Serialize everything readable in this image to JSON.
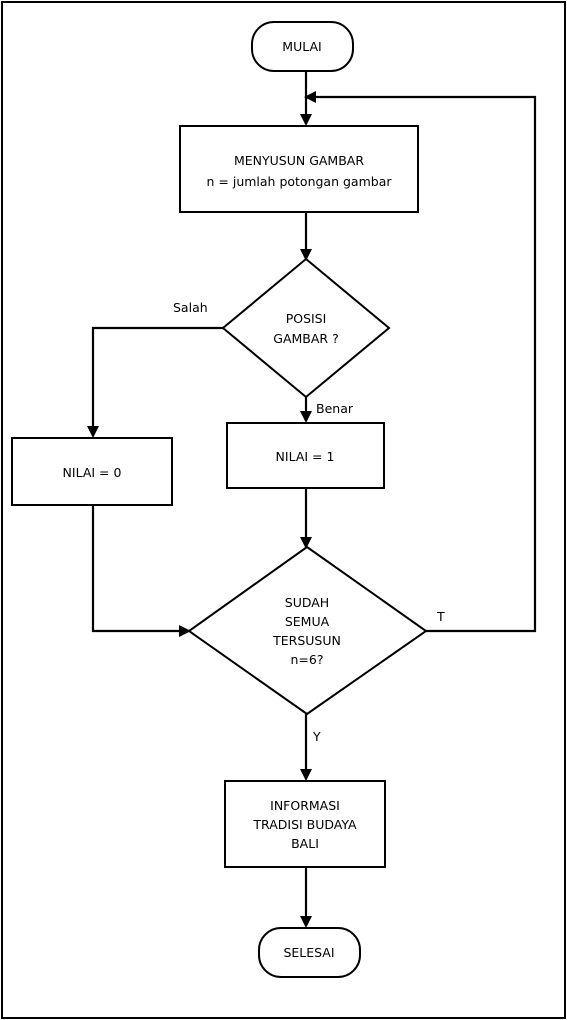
{
  "nodes": {
    "start": {
      "label": "MULAI"
    },
    "arrange": {
      "lines": [
        "MENYUSUN GAMBAR",
        "n = jumlah potongan gambar"
      ]
    },
    "position_check": {
      "lines": [
        "POSISI",
        "GAMBAR ?"
      ]
    },
    "score_zero": {
      "label": "NILAI = 0"
    },
    "score_one": {
      "label": "NILAI = 1"
    },
    "all_arranged": {
      "lines": [
        "SUDAH",
        "SEMUA",
        "TERSUSUN",
        "n=6?"
      ]
    },
    "information": {
      "lines": [
        "INFORMASI",
        "TRADISI BUDAYA",
        "BALI"
      ]
    },
    "end": {
      "label": "SELESAI"
    }
  },
  "edges": {
    "wrong": "Salah",
    "right": "Benar",
    "no": "T",
    "yes": "Y"
  }
}
